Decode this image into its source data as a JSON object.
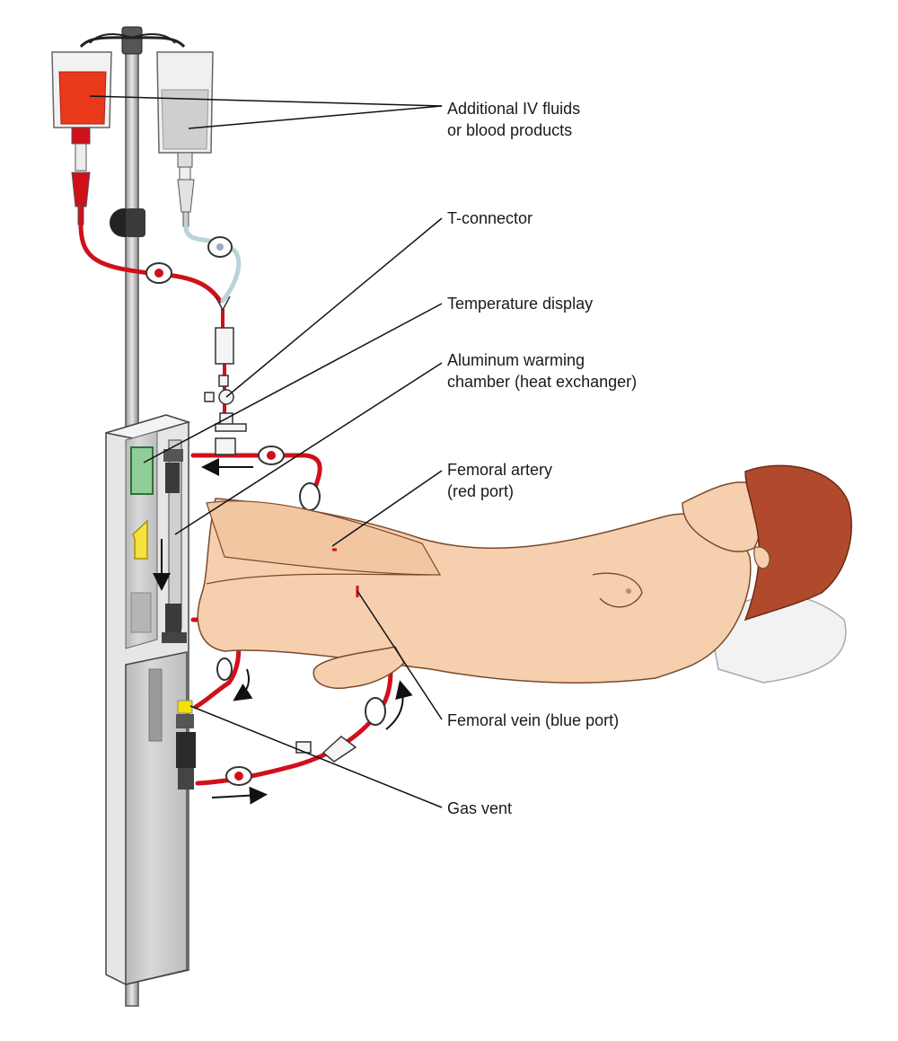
{
  "labels": {
    "iv_fluids": [
      "Additional IV fluids",
      "or blood products"
    ],
    "t_connector": [
      "T-connector"
    ],
    "temperature_display": [
      "Temperature display"
    ],
    "warming_chamber": [
      "Aluminum warming",
      "chamber (heat exchanger)"
    ],
    "femoral_artery": [
      "Femoral artery",
      "(red port)"
    ],
    "femoral_vein": [
      "Femoral vein (blue port)"
    ],
    "gas_vent": [
      "Gas vent"
    ]
  },
  "device_display_digit": "1",
  "colors": {
    "tubing": "#d0101a",
    "blood_bag": "#e83a1a",
    "clear_bag": "#e6e6e6",
    "saline_line": "#b9d3d8",
    "device_body": "#cfcfcf",
    "display_panel": "#8fcf97",
    "digit": "#f5e23a",
    "skin": "#f6cfae",
    "hair": "#b14a2c",
    "leader_lines": "#111111"
  },
  "icons": [
    "roller-clamp-icon",
    "flow-arrow-icon",
    "iv-pole-icon"
  ]
}
